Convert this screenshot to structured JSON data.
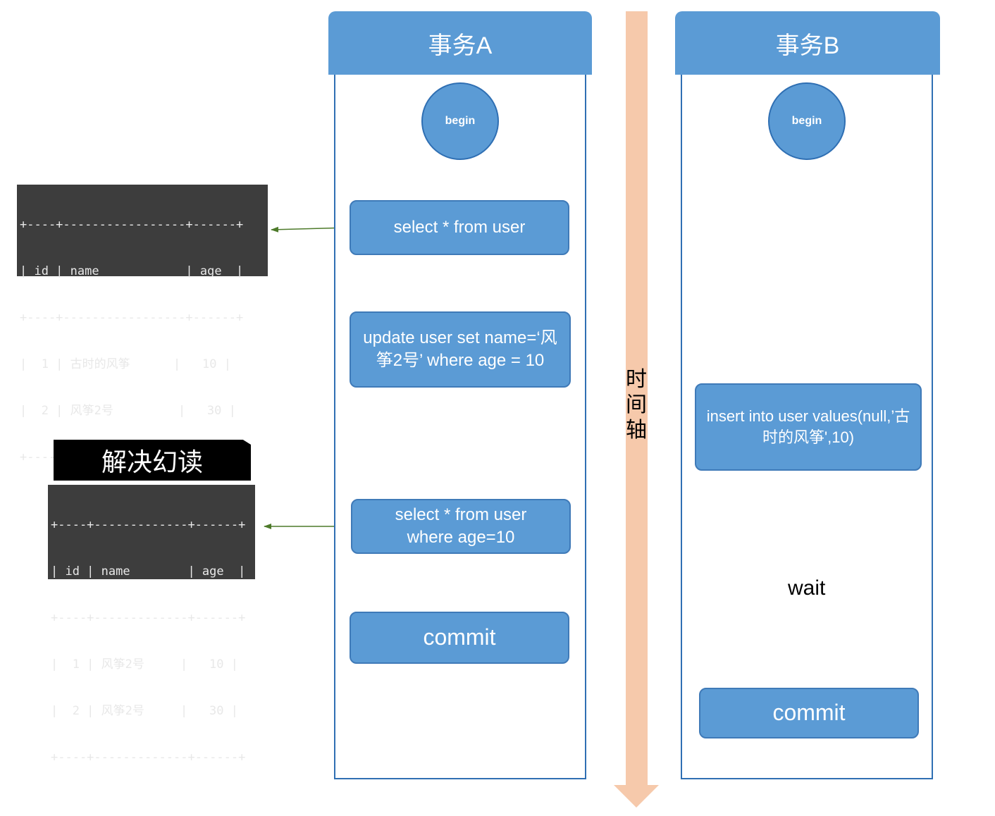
{
  "timeline": {
    "label_chars": [
      "时",
      "间",
      "轴"
    ]
  },
  "colors": {
    "node_fill": "#5b9bd5",
    "lane_border": "#2f6fb3",
    "timeline_fill": "#f6c9ab",
    "data_arrow": "#4d7a2a",
    "terminal_bg": "#3d3d3d"
  },
  "transaction_a": {
    "title": "事务A",
    "begin": "begin",
    "steps": [
      "select * from user",
      "update user set name=‘风筝2号’ where age = 10",
      "select * from user where age=10",
      "commit"
    ]
  },
  "transaction_b": {
    "title": "事务B",
    "begin": "begin",
    "insert": "insert into user values(null,’古时的风筝',10)",
    "wait_label": "wait",
    "commit": "commit"
  },
  "result_table_1": {
    "lines": [
      "+----+-----------------+------+",
      "| id | name            | age  |",
      "+----+-----------------+------+",
      "|  1 | 古时的风筝      |   10 |",
      "|  2 | 风筝2号         |   30 |",
      "+----+-----------------+------+"
    ]
  },
  "result_table_2": {
    "title": "解决幻读",
    "lines": [
      "+----+-------------+------+",
      "| id | name        | age  |",
      "+----+-------------+------+",
      "|  1 | 风筝2号     |   10 |",
      "|  2 | 风筝2号     |   30 |",
      "+----+-------------+------+"
    ]
  }
}
